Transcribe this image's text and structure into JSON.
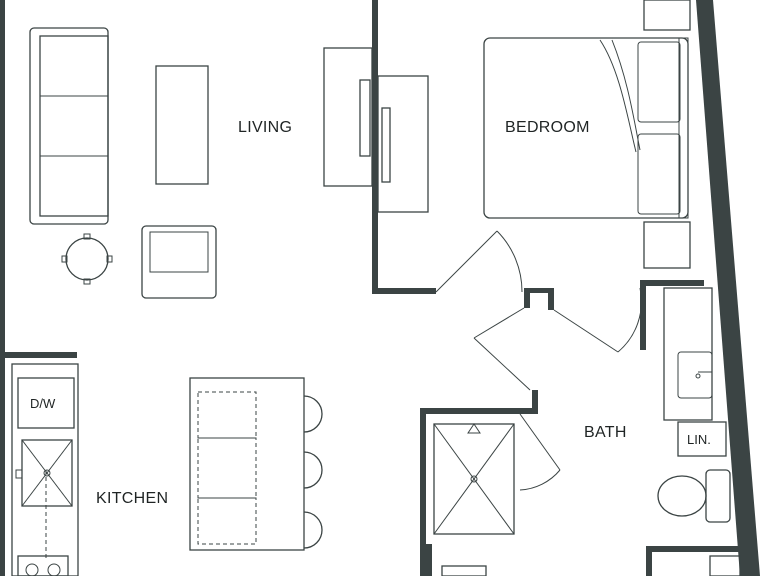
{
  "rooms": {
    "living": "LIVING",
    "bedroom": "BEDROOM",
    "kitchen": "KITCHEN",
    "bath": "BATH"
  },
  "fixtures": {
    "dishwasher": "D/W",
    "linen": "LIN."
  },
  "colors": {
    "wall": "#3b4444",
    "background": "#ffffff"
  }
}
